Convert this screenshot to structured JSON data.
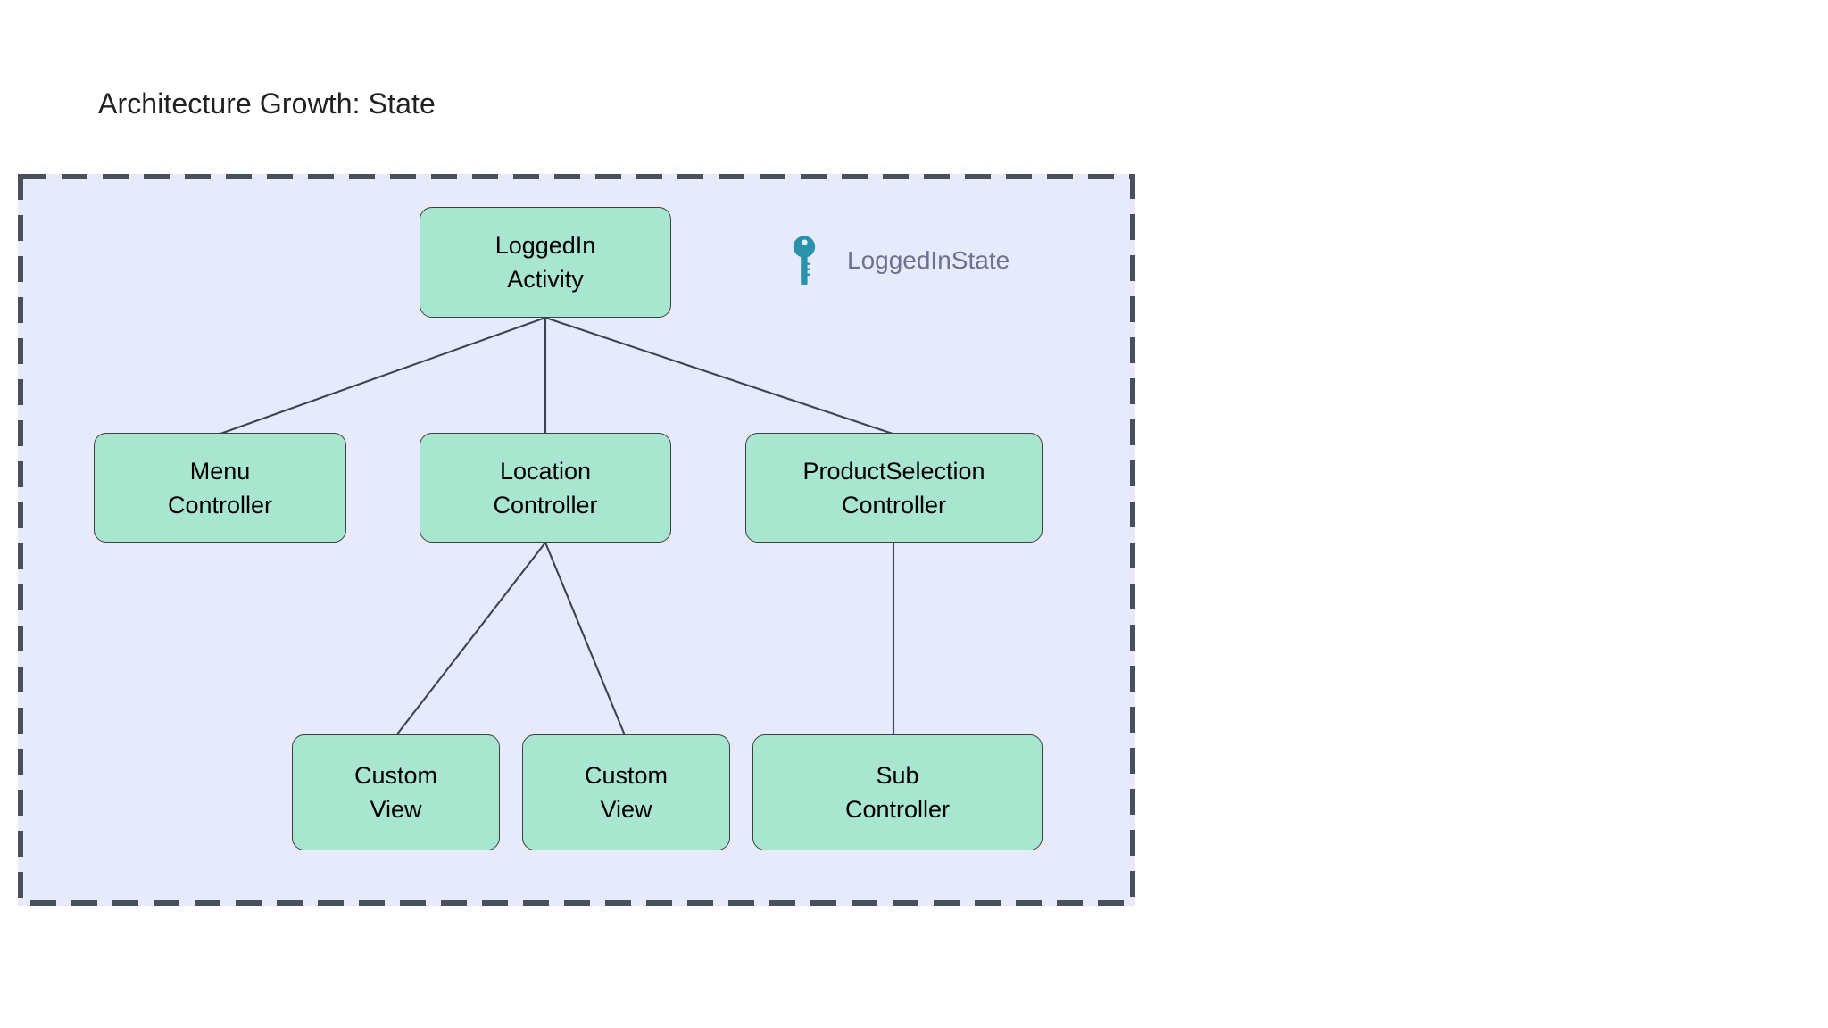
{
  "slide": {
    "title": "Architecture Growth: State"
  },
  "colors": {
    "canvas_background": "#ffffff",
    "container_fill": "#e7eafa",
    "container_border": "#4a4f5e",
    "node_fill": "#a9e6cf",
    "node_border": "#3c4043",
    "node_text": "#000000",
    "edge_stroke": "#3c4356",
    "legend_text": "#6c7191",
    "key_icon": "#2a93ab",
    "title_text": "#202124"
  },
  "container": {
    "name": "logged-in-state-scope",
    "border_style": "dashed"
  },
  "legend": {
    "icon": "key-icon",
    "label": "LoggedInState"
  },
  "nodes": [
    {
      "id": "logged-in-activity",
      "line1": "LoggedIn",
      "line2": "Activity"
    },
    {
      "id": "menu-controller",
      "line1": "Menu",
      "line2": "Controller"
    },
    {
      "id": "location-controller",
      "line1": "Location",
      "line2": "Controller"
    },
    {
      "id": "product-selection-controller",
      "line1": "ProductSelection",
      "line2": "Controller"
    },
    {
      "id": "custom-view-1",
      "line1": "Custom",
      "line2": "View"
    },
    {
      "id": "custom-view-2",
      "line1": "Custom",
      "line2": "View"
    },
    {
      "id": "sub-controller",
      "line1": "Sub",
      "line2": "Controller"
    }
  ],
  "edges": [
    {
      "from": "logged-in-activity",
      "to": "menu-controller"
    },
    {
      "from": "logged-in-activity",
      "to": "location-controller"
    },
    {
      "from": "logged-in-activity",
      "to": "product-selection-controller"
    },
    {
      "from": "location-controller",
      "to": "custom-view-1"
    },
    {
      "from": "location-controller",
      "to": "custom-view-2"
    },
    {
      "from": "product-selection-controller",
      "to": "sub-controller"
    }
  ]
}
